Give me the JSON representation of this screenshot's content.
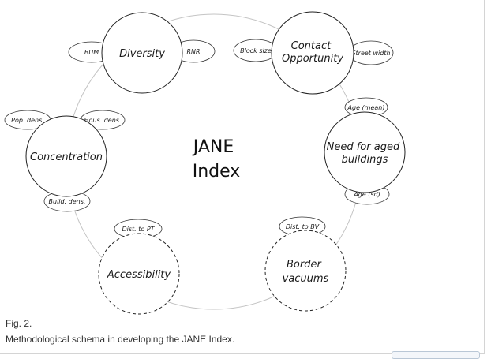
{
  "diagram": {
    "center_title": [
      "JANE",
      "Index"
    ],
    "dimensions": [
      {
        "id": "diversity",
        "label": [
          "Diversity"
        ],
        "style": "solid",
        "indicators": [
          "BUM",
          "RNR"
        ]
      },
      {
        "id": "contact",
        "label": [
          "Contact",
          "Opportunity"
        ],
        "style": "solid",
        "indicators": [
          "Block size",
          "Street width"
        ]
      },
      {
        "id": "aged",
        "label": [
          "Need for aged",
          "buildings"
        ],
        "style": "solid",
        "indicators": [
          "Age (mean)",
          "Age (sd)"
        ]
      },
      {
        "id": "border",
        "label": [
          "Border",
          "vacuums"
        ],
        "style": "dashed",
        "indicators": [
          "Dist. to BV"
        ]
      },
      {
        "id": "access",
        "label": [
          "Accessibility"
        ],
        "style": "dashed",
        "indicators": [
          "Dist. to PT"
        ]
      },
      {
        "id": "conc",
        "label": [
          "Concentration"
        ],
        "style": "solid",
        "indicators": [
          "Pop. dens.",
          "Hous. dens.",
          "Build. dens."
        ]
      }
    ]
  },
  "caption": {
    "figure_label": "Fig. 2.",
    "text": "Methodological schema in developing the JANE Index."
  }
}
